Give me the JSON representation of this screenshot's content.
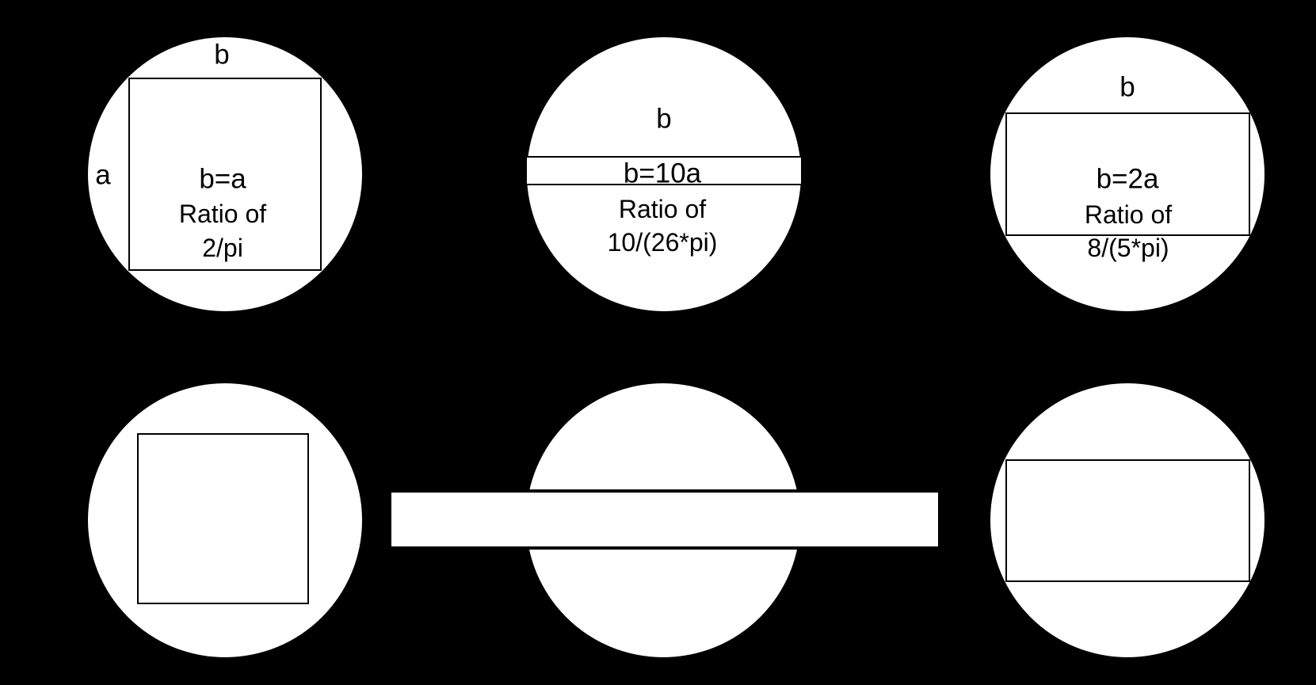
{
  "diagram": {
    "title": "",
    "colors": {
      "background": "#000000",
      "shape_fill": "#ffffff",
      "stroke": "#000000"
    },
    "top_row": [
      {
        "id": "square",
        "side_label_top": "b",
        "side_label_left": "a",
        "relation": "b=a",
        "ratio_label": "Ratio of",
        "ratio_value": "2/pi"
      },
      {
        "id": "thin-band",
        "side_label_top": "b",
        "relation": "b=10a",
        "ratio_label": "Ratio of",
        "ratio_value": "10/(26*pi)"
      },
      {
        "id": "rectangle-2to1",
        "side_label_top": "b",
        "relation": "b=2a",
        "ratio_label": "Ratio of",
        "ratio_value": "8/(5*pi)"
      }
    ],
    "bottom_row": [
      {
        "id": "square-small",
        "description": "square inscribed in circle"
      },
      {
        "id": "long-bar",
        "description": "long bar extending beyond circle"
      },
      {
        "id": "rectangle-2to1",
        "description": "2:1 rectangle inscribed in circle"
      }
    ]
  }
}
